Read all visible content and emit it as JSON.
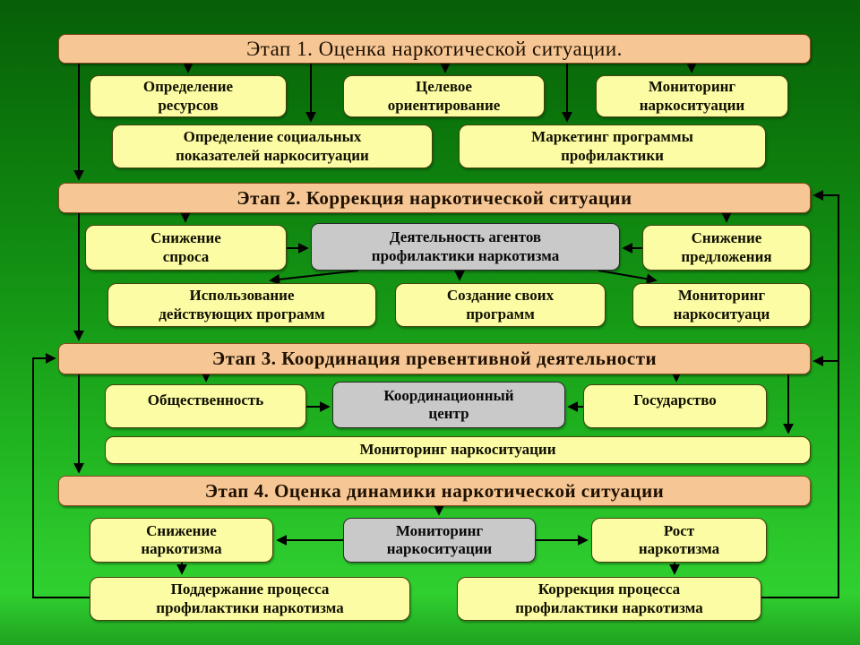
{
  "stage1": {
    "title": "Этап 1. Оценка наркотической ситуации.",
    "boxes": {
      "resources": "Определение\nресурсов",
      "targeting": "Целевое\nориентирование",
      "monitoring": "Мониторинг\nнаркоситуации",
      "social_indicators": "Определение социальных\nпоказателей наркоситуации",
      "marketing": "Маркетинг программы\nпрофилактики"
    }
  },
  "stage2": {
    "title": "Этап 2. Коррекция наркотической ситуации",
    "boxes": {
      "demand_reduction": "Снижение\nспроса",
      "agents_activity": "Деятельность агентов\nпрофилактики наркотизма",
      "supply_reduction": "Снижение\nпредложения",
      "existing_programs": "Использование\nдействующих программ",
      "own_programs": "Создание своих\nпрограмм",
      "monitoring": "Мониторинг\nнаркоситуаци"
    }
  },
  "stage3": {
    "title": "Этап 3. Координация превентивной деятельности",
    "boxes": {
      "public": "Общественность",
      "coordination_center": "Координационный\nцентр",
      "state": "Государство",
      "monitoring_bar": "Мониторинг наркоситуации"
    }
  },
  "stage4": {
    "title": "Этап 4. Оценка динамики наркотической ситуации",
    "boxes": {
      "decline": "Снижение\nнаркотизма",
      "monitoring": "Мониторинг\nнаркоситуации",
      "growth": "Рост\nнаркотизма",
      "maintain": "Поддержание процесса\nпрофилактики наркотизма",
      "correct": "Коррекция процесса\nпрофилактики наркотизма"
    }
  },
  "colors": {
    "background_top": "#075f07",
    "background_bottom": "#30d030",
    "stage_bar_fill": "#f6c795",
    "stage_bar_border": "#8a4a1f",
    "box_fill": "#fcfca5",
    "box_border": "#45450e",
    "gray_box_fill": "#c9c9c9",
    "connector": "#000000"
  }
}
